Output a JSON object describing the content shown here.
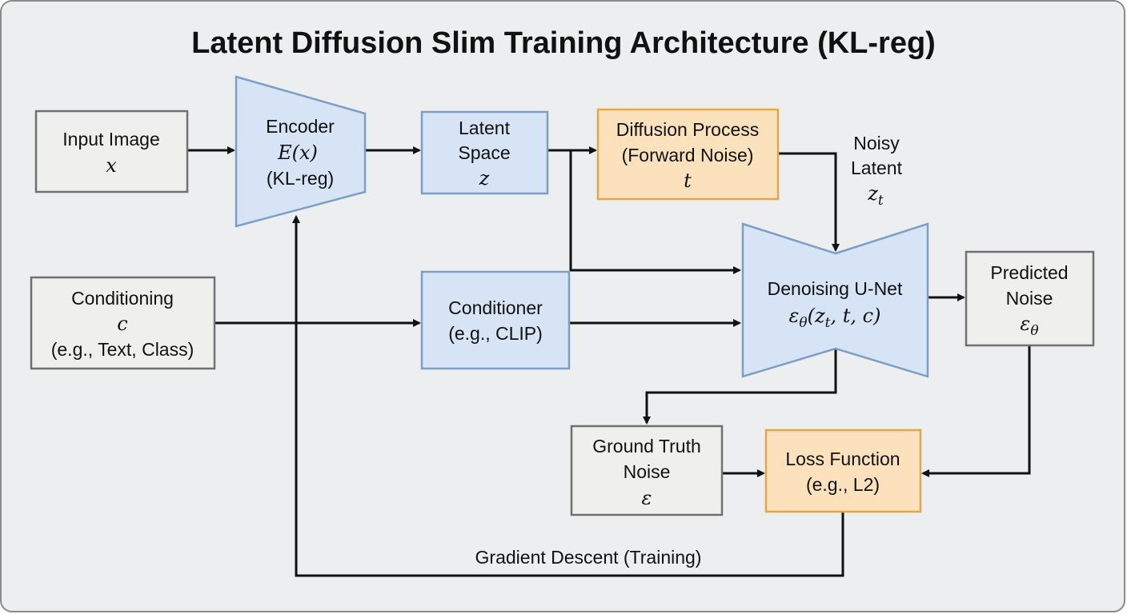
{
  "title": "Latent Diffusion Slim Training Architecture (KL-reg)",
  "colors": {
    "background": "#eceeef",
    "input_box": "#efefed",
    "model_box": "#d6e4f5",
    "process_box": "#fbe2bd"
  },
  "nodes": {
    "input_image": {
      "label": "Input Image",
      "symbol": "x"
    },
    "encoder": {
      "label": "Encoder",
      "formula": "E(x)",
      "note": "(KL-reg)"
    },
    "latent_space": {
      "line1": "Latent",
      "line2": "Space",
      "symbol": "z"
    },
    "diffusion": {
      "line1": "Diffusion Process",
      "line2": "(Forward Noise)",
      "symbol": "t"
    },
    "noisy_latent": {
      "line1": "Noisy",
      "line2": "Latent",
      "symbol": "z",
      "subscript": "t"
    },
    "conditioning": {
      "label": "Conditioning",
      "symbol": "c",
      "note": "(e.g., Text, Class)"
    },
    "conditioner": {
      "label": "Conditioner",
      "note": "(e.g., CLIP)"
    },
    "unet": {
      "label": "Denoising U-Net",
      "eps": "ε",
      "eps_sub": "θ",
      "args_open": "(",
      "z": "z",
      "z_sub": "t",
      "args_rest": ", t, c)"
    },
    "predicted_noise": {
      "line1": "Predicted",
      "line2": "Noise",
      "symbol": "ε",
      "subscript": "θ"
    },
    "ground_truth": {
      "line1": "Ground Truth",
      "line2": "Noise",
      "symbol": "ε"
    },
    "loss": {
      "label": "Loss Function",
      "note": "(e.g., L2)"
    }
  },
  "edge_labels": {
    "gradient": "Gradient Descent (Training)"
  }
}
